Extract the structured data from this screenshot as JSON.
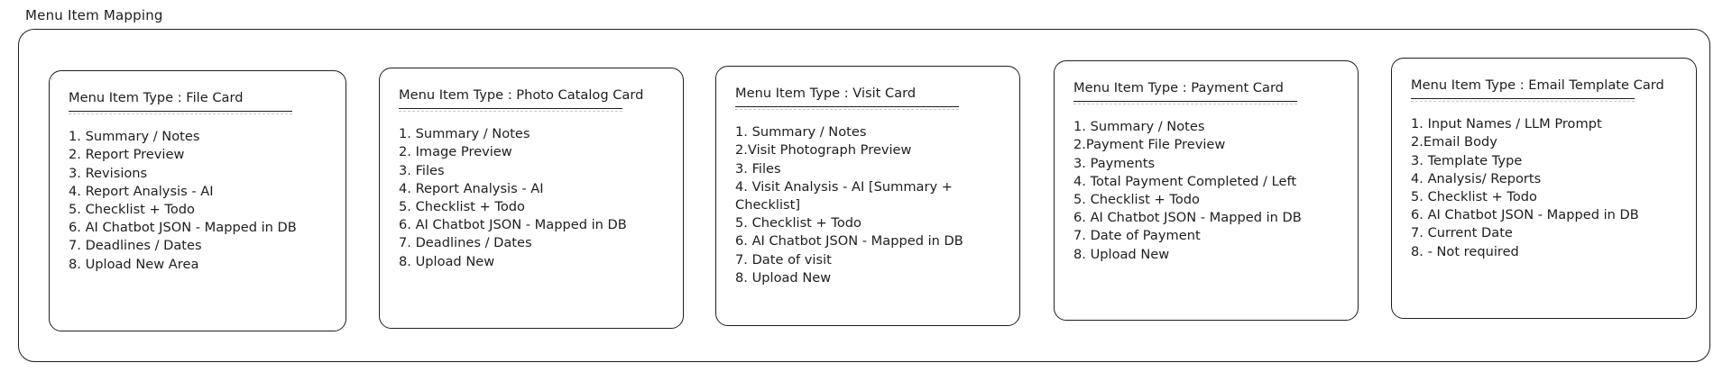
{
  "frame": {
    "title": "Menu Item Mapping"
  },
  "cards": [
    {
      "title": "Menu Item Type : File Card",
      "items": [
        "1. Summary / Notes",
        "2. Report Preview",
        "3. Revisions",
        "4. Report Analysis - AI",
        "5. Checklist + Todo",
        "6. AI Chatbot JSON - Mapped in DB",
        "7. Deadlines / Dates",
        "8. Upload New Area"
      ]
    },
    {
      "title": "Menu Item Type : Photo Catalog Card",
      "items": [
        "1. Summary / Notes",
        "2. Image Preview",
        "3. Files",
        "4. Report Analysis - AI",
        "5. Checklist + Todo",
        "6. AI Chatbot JSON - Mapped in DB",
        "7. Deadlines / Dates",
        "8. Upload New"
      ]
    },
    {
      "title": "Menu Item Type : Visit Card",
      "items": [
        "1. Summary / Notes",
        "2.Visit Photograph Preview",
        "3. Files",
        "4. Visit Analysis - AI [Summary + Checklist]",
        "5. Checklist + Todo",
        "6. AI Chatbot JSON - Mapped in DB",
        "7. Date of visit",
        "8. Upload New"
      ]
    },
    {
      "title": "Menu Item Type : Payment Card",
      "items": [
        "1. Summary / Notes",
        "2.Payment File Preview",
        "3. Payments",
        "4. Total Payment Completed / Left",
        "5. Checklist + Todo",
        "6. AI Chatbot JSON - Mapped in DB",
        "7. Date of Payment",
        "8. Upload New"
      ]
    },
    {
      "title": "Menu Item Type : Email Template Card",
      "items": [
        "1. Input Names / LLM Prompt",
        "2.Email Body",
        "3. Template Type",
        "4. Analysis/ Reports",
        "5. Checklist + Todo",
        "6. AI Chatbot JSON - Mapped in DB",
        "7. Current Date",
        "8. - Not required"
      ]
    }
  ]
}
